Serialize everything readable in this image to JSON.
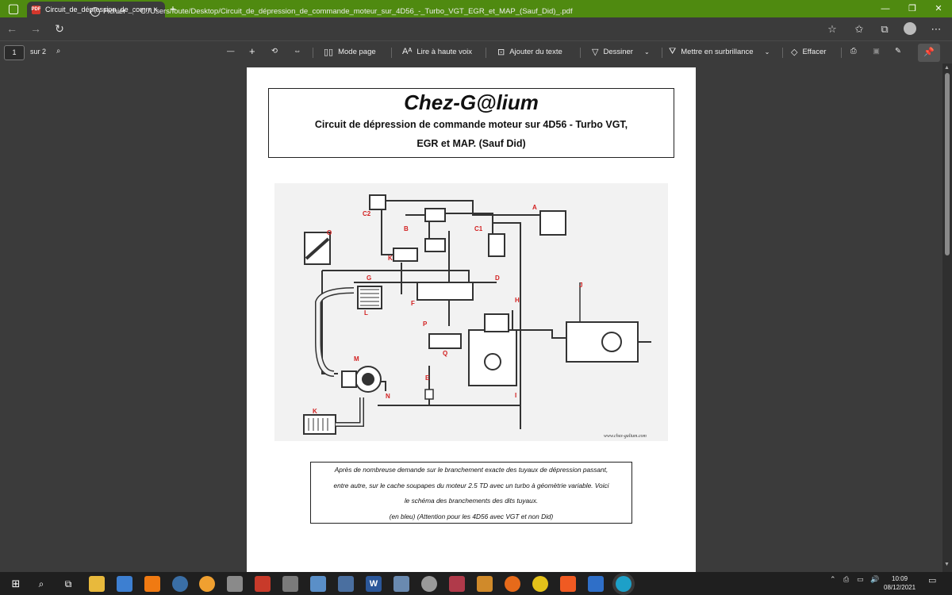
{
  "window": {
    "tab_title": "Circuit_de_dépression_de_comm",
    "tab_close": "×",
    "new_tab": "+"
  },
  "addressbar": {
    "site_label": "Fichier",
    "url": "C:/Users/foute/Desktop/Circuit_de_dépression_de_commande_moteur_sur_4D56_-_Turbo_VGT_EGR_et_MAP_(Sauf_Did)_.pdf"
  },
  "pdf_toolbar": {
    "page_number": "1",
    "page_count": "sur 2",
    "mode_page": "Mode page",
    "read_aloud": "Lire à haute voix",
    "add_text": "Ajouter du texte",
    "draw": "Dessiner",
    "highlight": "Mettre en surbrillance",
    "erase": "Effacer"
  },
  "document": {
    "brand": "Chez-G@lium",
    "subtitle_line1": "Circuit de dépression de commande moteur sur 4D56  - Turbo VGT,",
    "subtitle_line2": "EGR et MAP.  (Sauf Did)",
    "diagram_credit": "www.chez-galium.com",
    "diagram_labels": [
      "A",
      "B",
      "C1",
      "C2",
      "D",
      "E",
      "F",
      "G",
      "H",
      "I",
      "J",
      "K",
      "K",
      "L",
      "M",
      "N",
      "O",
      "P",
      "Q"
    ],
    "note_line1": "Après de nombreuse demande sur le branchement exacte des tuyaux de dépression passant,",
    "note_line2": "entre autre, sur le cache soupapes du moteur 2.5 TD avec un turbo à géomètrie variable. Voici",
    "note_line3": "le schéma des branchements des dits tuyaux.",
    "note_line4": "(en bleu) (Attention pour les 4D56 avec VGT et non Did)"
  },
  "taskbar": {
    "time": "10:09",
    "date": "08/12/2021",
    "colors": {
      "titlebar": "#4f8a10",
      "labels": "#d21f1f"
    }
  }
}
